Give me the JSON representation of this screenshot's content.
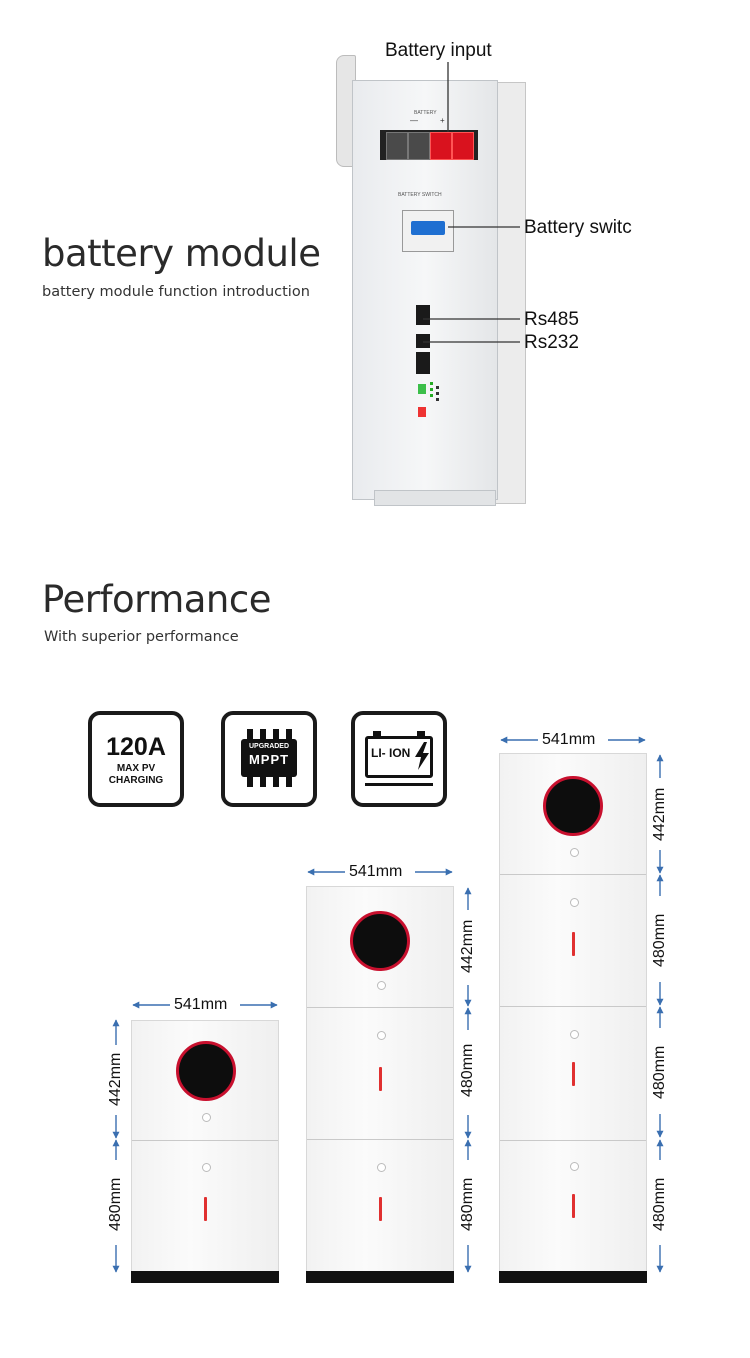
{
  "section1": {
    "title": "battery module",
    "subtitle": "battery module function introduction",
    "callouts": {
      "battery_input": "Battery input",
      "battery_switch": "Battery switc",
      "rs485": "Rs485",
      "rs232": "Rs232"
    },
    "panel_labels": {
      "battery": "BATTERY",
      "battery_switch": "BATTERY SWITCH",
      "minus": "—",
      "plus": "+"
    }
  },
  "section2": {
    "title": "Performance",
    "subtitle": "With superior performance"
  },
  "badges": {
    "pv": {
      "line1": "120A",
      "line2": "MAX PV",
      "line3": "CHARGING"
    },
    "mppt": {
      "line1": "UPGRADED",
      "line2": "MPPT"
    },
    "li": {
      "text": "LI- ION"
    }
  },
  "dims": {
    "width": "541mm",
    "inverter_h": "442mm",
    "battery_h": "480mm"
  },
  "colors": {
    "accent_red": "#c8102e",
    "text_dark": "#2a2a2a"
  }
}
